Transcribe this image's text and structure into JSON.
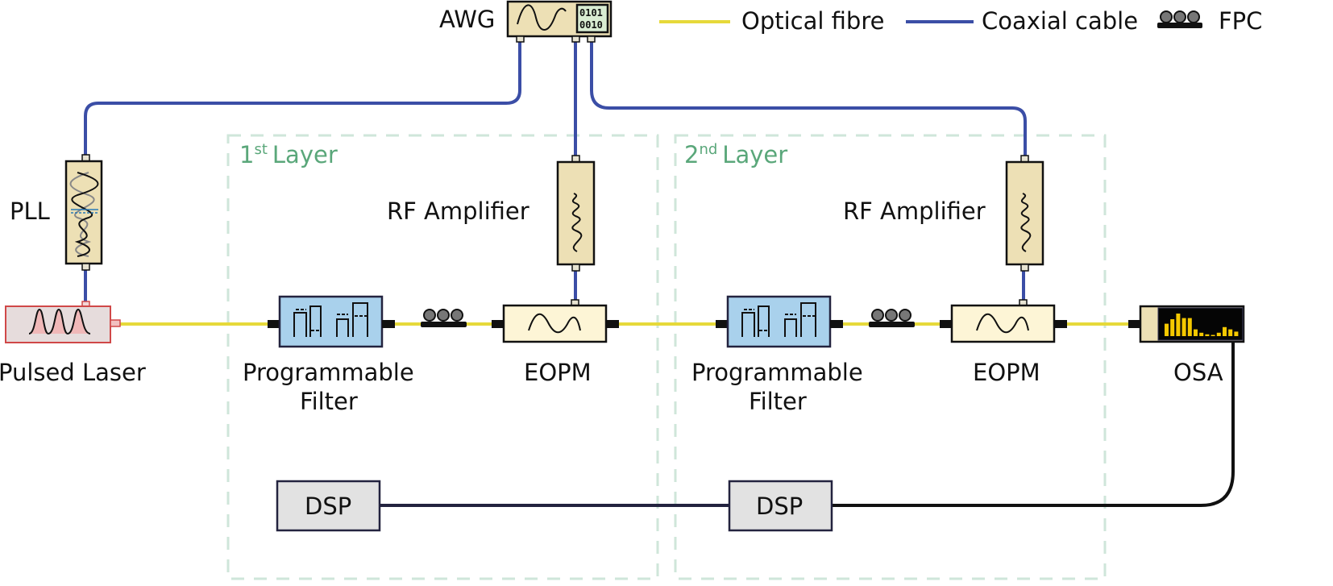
{
  "legend": {
    "optical_fibre": "Optical fibre",
    "coaxial_cable": "Coaxial cable",
    "fpc": "FPC"
  },
  "colors": {
    "optical_fibre": "#e6d93a",
    "coaxial_cable": "#3b4ea6",
    "layer_border": "#cfe6da",
    "layer_text": "#5aa77a",
    "device_beige": "#ede0b5",
    "eopm_fill": "#fdf5d6",
    "filter_fill": "#a9d1ec",
    "dsp_fill": "#e2e2e2",
    "laser_fill": "#e6dcdc",
    "laser_border": "#d04848",
    "osa_bars": "#f5c800"
  },
  "layers": [
    {
      "ordinal": "1",
      "suffix": "st",
      "label": "Layer"
    },
    {
      "ordinal": "2",
      "suffix": "nd",
      "label": "Layer"
    }
  ],
  "devices": {
    "awg": {
      "label": "AWG",
      "display_line1": "0101",
      "display_line2": "0010"
    },
    "pll": {
      "label": "PLL"
    },
    "pulsed_laser": {
      "label": "Pulsed Laser"
    },
    "rf_amplifier_1": {
      "label": "RF Amplifier"
    },
    "rf_amplifier_2": {
      "label": "RF Amplifier"
    },
    "filter_1": {
      "label_line1": "Programmable",
      "label_line2": "Filter"
    },
    "filter_2": {
      "label_line1": "Programmable",
      "label_line2": "Filter"
    },
    "eopm_1": {
      "label": "EOPM"
    },
    "eopm_2": {
      "label": "EOPM"
    },
    "osa": {
      "label": "OSA",
      "spectrum_bars": [
        0.55,
        0.75,
        1.0,
        0.8,
        0.8,
        0.3,
        0.15,
        0.08,
        0.05,
        0.15,
        0.4,
        0.3,
        0.2
      ]
    },
    "dsp_1": {
      "label": "DSP"
    },
    "dsp_2": {
      "label": "DSP"
    }
  }
}
